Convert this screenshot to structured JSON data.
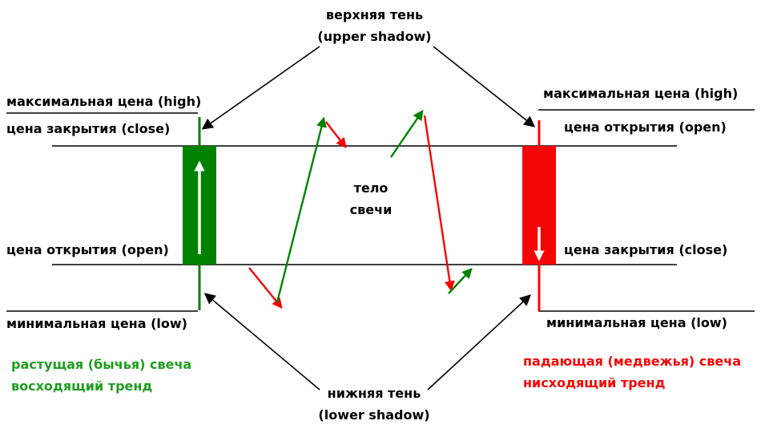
{
  "colors": {
    "green": "#008200",
    "green_text": "#1f9e1f",
    "red": "#f50505",
    "black": "#000000",
    "white": "#ffffff"
  },
  "labels": {
    "left": {
      "high": "максимальная цена (high)",
      "close": "цена закрытия (close)",
      "open": "цена открытия (open)",
      "low": "минимальная цена (low)"
    },
    "right": {
      "high": "максимальная цена (high)",
      "open": "цена открытия (open)",
      "close": "цена закрытия (close)",
      "low": "минимальная цена (low)"
    },
    "upper_shadow": {
      "line1": "верхняя тень",
      "line2": "(upper shadow)"
    },
    "lower_shadow": {
      "line1": "нижняя тень",
      "line2": "(lower shadow)"
    },
    "body": {
      "line1": "тело",
      "line2": "свечи"
    },
    "bullish": {
      "line1": "растущая (бычья) свеча",
      "line2": "восходящий тренд"
    },
    "bearish": {
      "line1": "падающая (медвежья) свеча",
      "line2": "нисходящий тренд"
    }
  },
  "candles": {
    "bullish": {
      "type": "растущая (бычья)",
      "trend": "восходящий",
      "body_color": "#008200",
      "arrow": "up"
    },
    "bearish": {
      "type": "падающая (медвежья)",
      "trend": "нисходящий",
      "body_color": "#f50505",
      "arrow": "down"
    }
  }
}
